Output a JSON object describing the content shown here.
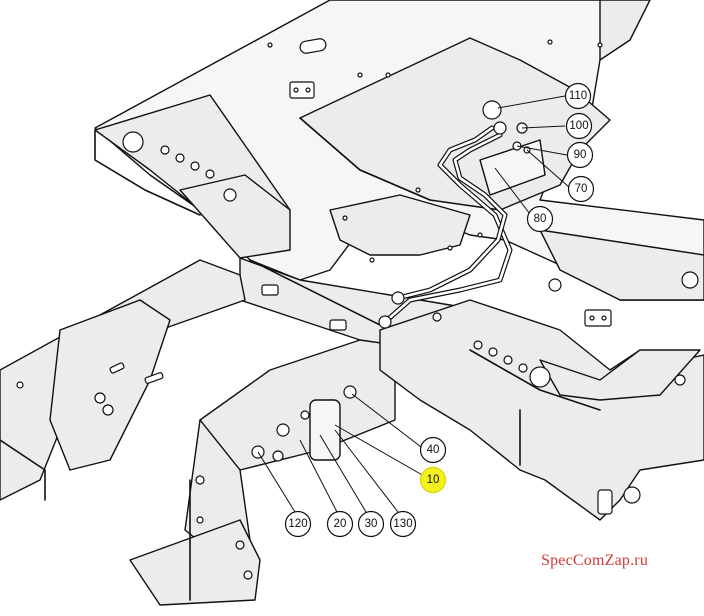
{
  "callouts": [
    {
      "id": "c110",
      "label": "110",
      "highlight": false
    },
    {
      "id": "c100",
      "label": "100",
      "highlight": false
    },
    {
      "id": "c90",
      "label": "90",
      "highlight": false
    },
    {
      "id": "c70",
      "label": "70",
      "highlight": false
    },
    {
      "id": "c80",
      "label": "80",
      "highlight": false
    },
    {
      "id": "c40",
      "label": "40",
      "highlight": false
    },
    {
      "id": "c10",
      "label": "10",
      "highlight": true
    },
    {
      "id": "c120",
      "label": "120",
      "highlight": false
    },
    {
      "id": "c20",
      "label": "20",
      "highlight": false
    },
    {
      "id": "c30",
      "label": "30",
      "highlight": false
    },
    {
      "id": "c130",
      "label": "130",
      "highlight": false
    }
  ],
  "watermark": "SpecComZap.ru",
  "colors": {
    "highlight": "#f3f21c",
    "watermark": "#d23a3a",
    "line": "#111111",
    "panel_fill": "#ececec"
  }
}
